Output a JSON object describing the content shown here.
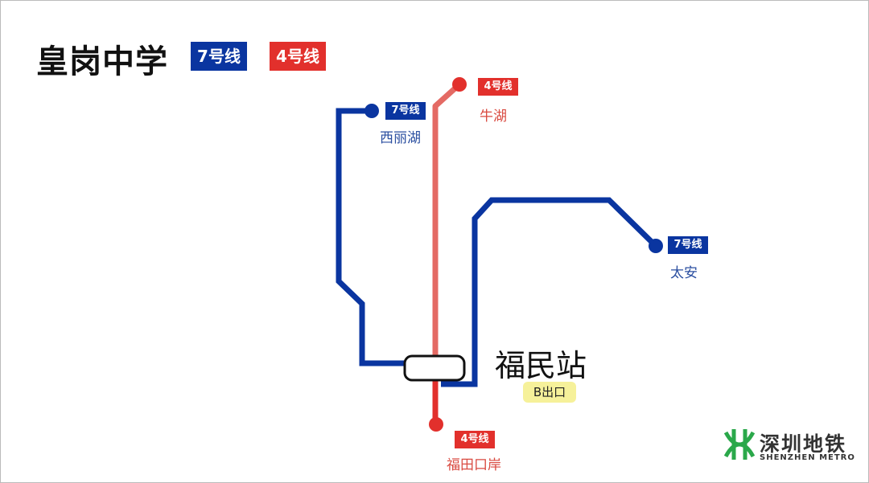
{
  "title": "皇岗中学",
  "legend": {
    "line7": "7号线",
    "line4": "4号线"
  },
  "colors": {
    "line7": "#0a35a0",
    "line4": "#e2302c",
    "line4_light": "#e46a64"
  },
  "stations": {
    "xilihu": {
      "name": "西丽湖",
      "line": "7号线"
    },
    "niuhu": {
      "name": "牛湖",
      "line": "4号线"
    },
    "taian": {
      "name": "太安",
      "line": "7号线"
    },
    "futiankouan": {
      "name": "福田口岸",
      "line": "4号线"
    }
  },
  "main_station": {
    "name": "福民站",
    "exit": "B出口"
  },
  "logo": {
    "cn": "深圳地铁",
    "en": "SHENZHEN METRO"
  }
}
